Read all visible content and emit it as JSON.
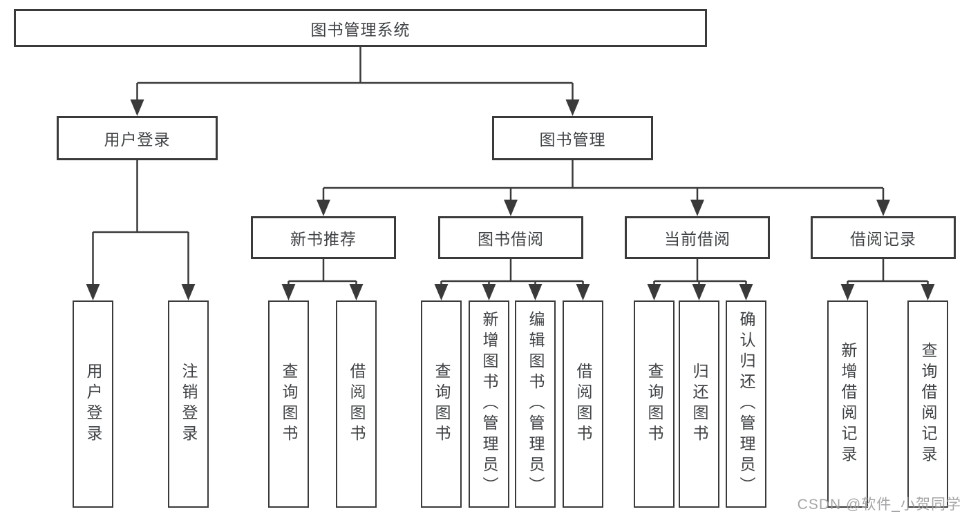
{
  "colors": {
    "line": "#3a3a3a",
    "text": "#3f4245",
    "watermark": "#9c9ca0",
    "background": "#ffffff"
  },
  "watermark": "CSDN @软件_小贺同学",
  "tree": {
    "root": "图书管理系统",
    "branches": [
      {
        "label": "用户登录",
        "children": [
          "用户登录",
          "注销登录"
        ]
      },
      {
        "label": "图书管理",
        "groups": [
          {
            "label": "新书推荐",
            "children": [
              "查询图书",
              "借阅图书"
            ]
          },
          {
            "label": "图书借阅",
            "children": [
              "查询图书",
              "新增图书（管理员）",
              "编辑图书（管理员）",
              "借阅图书"
            ]
          },
          {
            "label": "当前借阅",
            "children": [
              "查询图书",
              "归还图书",
              "确认归还（管理员）"
            ]
          },
          {
            "label": "借阅记录",
            "children": [
              "新增借阅记录",
              "查询借阅记录"
            ]
          }
        ]
      }
    ]
  }
}
